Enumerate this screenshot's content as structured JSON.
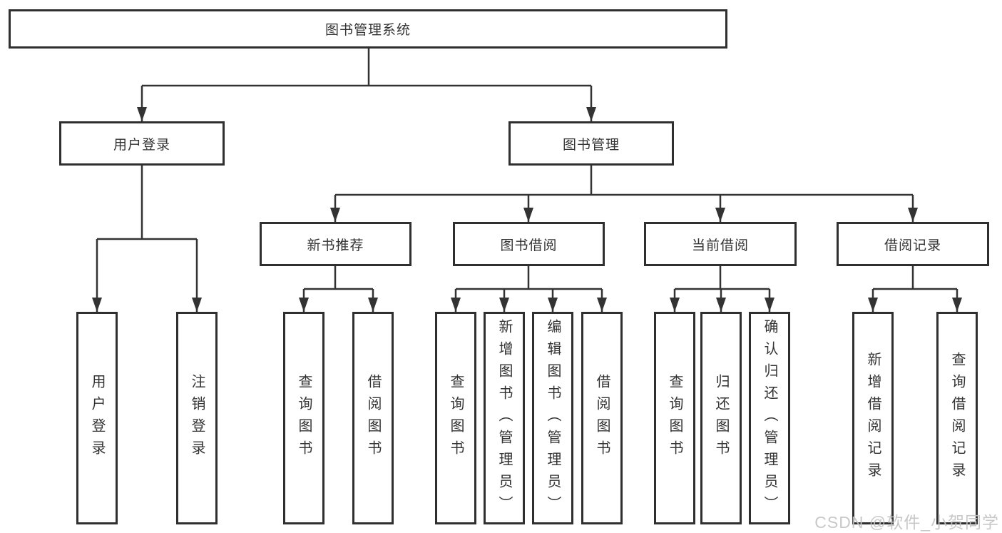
{
  "diagram": {
    "root": {
      "label": "图书管理系统"
    },
    "level2": [
      {
        "label": "用户登录"
      },
      {
        "label": "图书管理"
      }
    ],
    "level3": [
      {
        "label": "新书推荐"
      },
      {
        "label": "图书借阅"
      },
      {
        "label": "当前借阅"
      },
      {
        "label": "借阅记录"
      }
    ],
    "leaves": [
      {
        "label": "用户登录"
      },
      {
        "label": "注销登录"
      },
      {
        "label": "查询图书"
      },
      {
        "label": "借阅图书"
      },
      {
        "label": "查询图书"
      },
      {
        "label": "新增图书（管理员）"
      },
      {
        "label": "编辑图书（管理员）"
      },
      {
        "label": "借阅图书"
      },
      {
        "label": "查询图书"
      },
      {
        "label": "归还图书"
      },
      {
        "label": "确认归还（管理员）"
      },
      {
        "label": "新增借阅记录"
      },
      {
        "label": "查询借阅记录"
      }
    ],
    "watermark": "CSDN @软件_小贺同学",
    "colors": {
      "line": "#333333",
      "border": "#2f2f2f",
      "text": "#333333",
      "background": "#ffffff",
      "watermark": "#c3c3c3"
    }
  }
}
